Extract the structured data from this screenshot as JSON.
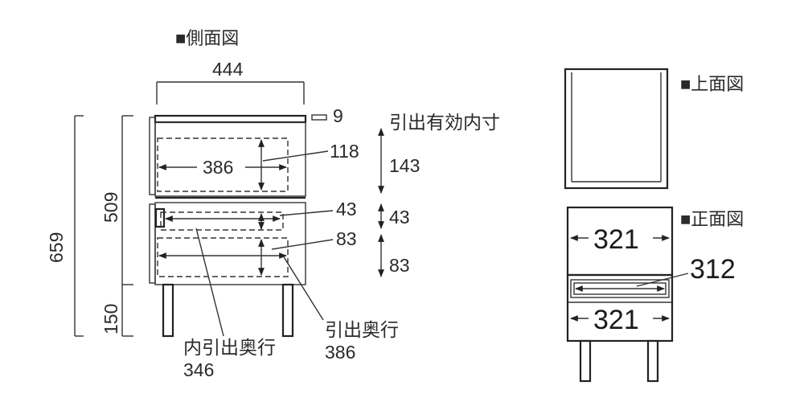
{
  "titles": {
    "side": "■側面図",
    "top": "■上面図",
    "front": "■正面図"
  },
  "side_view": {
    "width": "444",
    "top_thickness": "9",
    "total_height": "659",
    "body_height": "509",
    "leg_height": "150",
    "upper_drawer_depth": "386",
    "upper_drawer_height": "118",
    "inner_drawer_label": "引出有効内寸",
    "inner_upper": "143",
    "inner_small": "43",
    "inner_lower": "83",
    "small_drawer_height": "43",
    "lower_drawer_height": "83",
    "drawer_depth_label": "引出奥行",
    "drawer_depth": "386",
    "inner_depth_label": "内引出奥行",
    "inner_depth": "346"
  },
  "front_view": {
    "upper_width": "321",
    "middle_width": "312",
    "lower_width": "321"
  }
}
